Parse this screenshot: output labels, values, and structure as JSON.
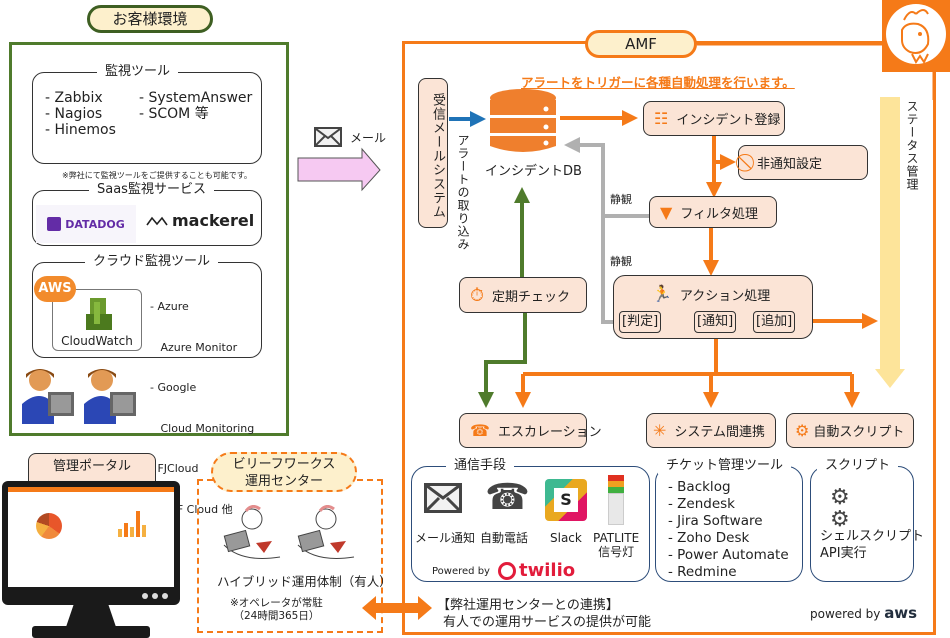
{
  "customer_env": {
    "title": "お客様環境",
    "monitoring_tools": {
      "legend": "監視ツール",
      "col1": [
        "- Zabbix",
        "- Nagios",
        "- Hinemos"
      ],
      "col2": [
        "- SystemAnswer",
        "- SCOM 等"
      ],
      "note": "※弊社にて監視ツールをご提供することも可能です。"
    },
    "saas": {
      "legend": "Saas監視サービス",
      "items": [
        "DATADOG",
        "mackerel"
      ]
    },
    "cloud": {
      "legend": "クラウド監視ツール",
      "aws_badge": "AWS",
      "cloudwatch": "CloudWatch",
      "list": [
        "- Azure",
        "   Azure Monitor",
        "- Google",
        "   Cloud Monitoring",
        "- FJCloud",
        "- IDCF Cloud 他"
      ]
    }
  },
  "mail_arrow": {
    "label": "メール"
  },
  "amf": {
    "title": "AMF",
    "headline": "アラートをトリガーに各種自動処理を行います。",
    "mail_system": "受信メールシステム",
    "alert_import": "アラートの取り込み",
    "incident_db": "インシデントDB",
    "incident_register": "インシデント登録",
    "mute_setting": "非通知設定",
    "filter": "フィルタ処理",
    "observe_1": "静観",
    "observe_2": "静観",
    "periodic_check": "定期チェック",
    "action": "アクション処理",
    "steps": [
      "[判定]",
      "[通知]",
      "[追加]"
    ],
    "status_mgmt": "ステータス管理",
    "escalation": "エスカレーション",
    "system_link": "システム間連携",
    "auto_script": "自動スクリプト",
    "comm": {
      "legend": "通信手段",
      "items": [
        "メール通知",
        "自動電話",
        "Slack",
        "PATLITE\n信号灯"
      ],
      "patlite_1": "PATLITE",
      "patlite_2": "信号灯",
      "powered_by": "Powered by",
      "twilio": "twilio"
    },
    "ticket": {
      "legend": "チケット管理ツール",
      "items": [
        "- Backlog",
        "- Zendesk",
        "- Jira Software",
        "- Zoho Desk",
        "- Power Automate",
        "- Redmine"
      ]
    },
    "script": {
      "legend": "スクリプト",
      "line1": "シェルスクリプト",
      "line2": "API実行"
    },
    "center_link_1": "【弊社運用センターとの連携】",
    "center_link_2": "有人での運用サービスの提供が可能",
    "powered_by_aws": "powered by",
    "aws": "aws"
  },
  "portal": {
    "title": "管理ポータル"
  },
  "ops_center": {
    "title_1": "ビリーフワークス",
    "title_2": "運用センター",
    "hybrid": "ハイブリッド運用体制（有人）",
    "note_1": "※オペレータが常駐",
    "note_2": "（24時間365日）"
  },
  "colors": {
    "orange": "#f57a18",
    "green": "#4f7b2c",
    "blue": "#1f73b7",
    "gray": "#b0b0b0",
    "node_fill": "#fbe4d6"
  }
}
